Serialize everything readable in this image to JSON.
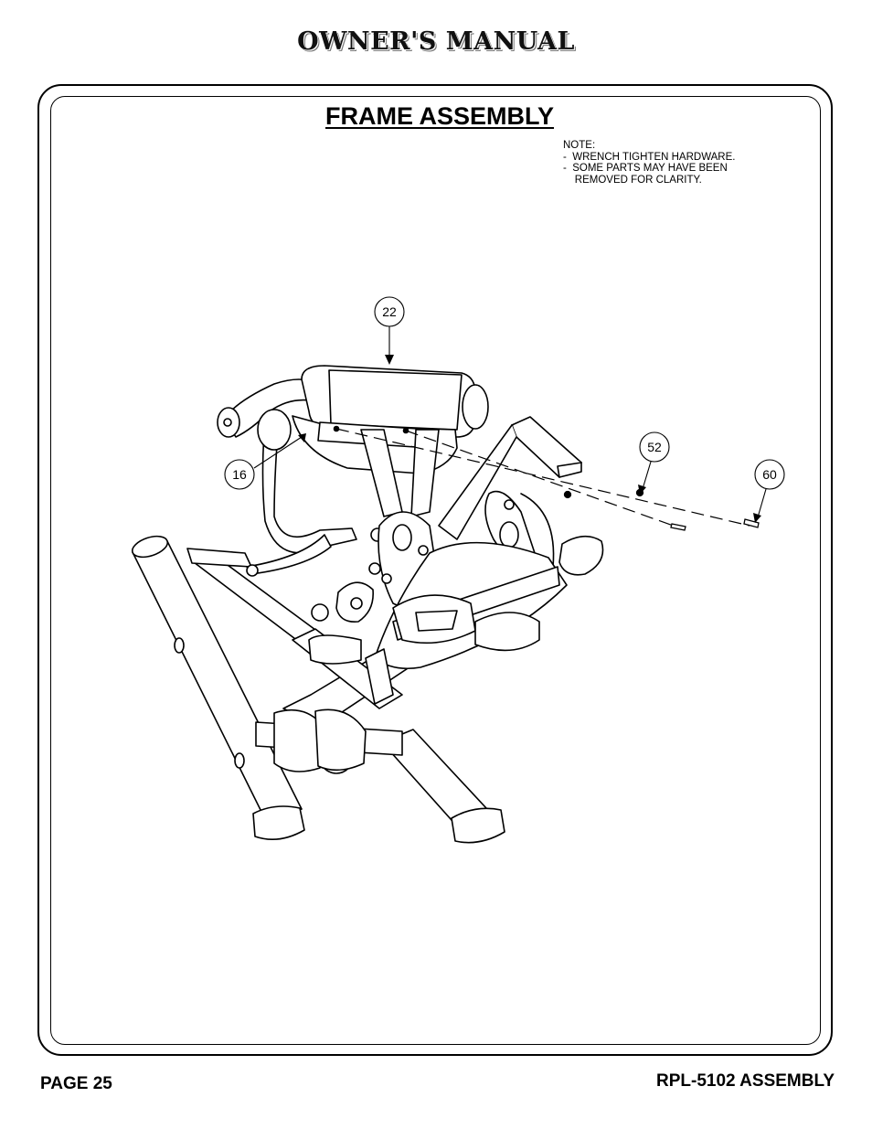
{
  "header": {
    "title": "OWNER'S MANUAL"
  },
  "section": {
    "title": "FRAME ASSEMBLY"
  },
  "note": {
    "heading": "NOTE:",
    "lines": [
      "-  WRENCH TIGHTEN HARDWARE.",
      "-  SOME PARTS MAY HAVE BEEN",
      "    REMOVED FOR CLARITY."
    ]
  },
  "callouts": [
    "22",
    "16",
    "52",
    "60"
  ],
  "footer": {
    "page": "PAGE 25",
    "model": "RPL-5102 ASSEMBLY"
  }
}
